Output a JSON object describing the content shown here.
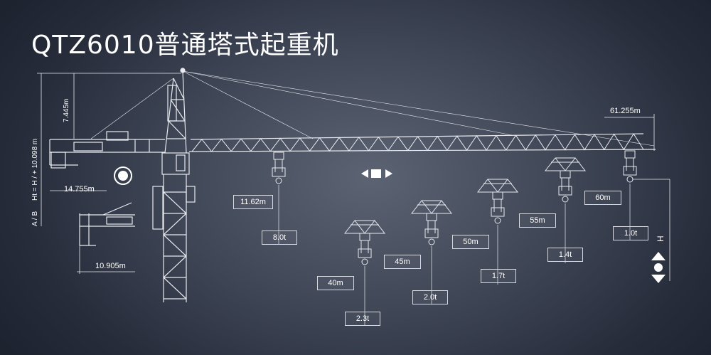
{
  "title": "QTZ6010普通塔式起重机",
  "dimensions": {
    "jib_length": "61.255m",
    "counter_jib": "14.755m",
    "tower_head_height": "7.445m",
    "height_formula": "Ht = H / + 10.098 m",
    "side_label": "A / B",
    "base_dim": "10.905m",
    "height_mark": "H"
  },
  "load_points": [
    {
      "radius": "11.62m",
      "load": "8.0t"
    },
    {
      "radius": "40m",
      "load": "2.3t"
    },
    {
      "radius": "45m",
      "load": "2.0t"
    },
    {
      "radius": "50m",
      "load": "1.7t"
    },
    {
      "radius": "55m",
      "load": "1.4t"
    },
    {
      "radius": "60m",
      "load": "1.0t"
    }
  ],
  "icons": [
    "trolley-move-icon",
    "rotation-icon",
    "hoist-up-down-icon"
  ],
  "colors": {
    "line": "#e8eaef",
    "accent": "#ffffff"
  }
}
